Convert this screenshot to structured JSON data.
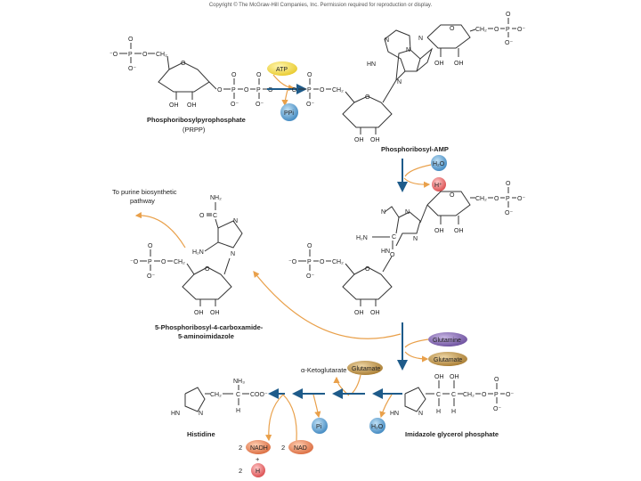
{
  "copyright": "Copyright © The McGraw-Hill Companies, Inc. Permission required for reproduction or display.",
  "compounds": {
    "prpp": "Phosphoribosylpyrophosphate",
    "prpp_abbr": "(PRPP)",
    "pr_amp": "Phosphoribosyl-AMP",
    "aicar_1": "5-Phosphoribosyl-4-carboxamide-",
    "aicar_2": "5-aminoimidazole",
    "igp": "Imidazole glycerol phosphate",
    "histidine": "Histidine"
  },
  "cofactors": {
    "atp": "ATP",
    "ppi": "PPi",
    "h2o_top": "H₂O",
    "h_plus": "H⁺",
    "glutamine": "Glutamine",
    "glutamate_in": "Glutamate",
    "glutamate_out": "Glutamate",
    "akg": "α-Ketoglutarate",
    "pi": "Pi",
    "h2o_bottom": "H₂O",
    "nadh": "NADH",
    "nad": "NAD",
    "h_bottom": "H"
  },
  "coefficients": {
    "nadh": "2",
    "nad": "2",
    "h": "2",
    "plus": "+"
  },
  "notes": {
    "purine_1": "To purine biosynthetic",
    "purine_2": "pathway"
  },
  "atoms": {
    "o": "O",
    "o_minus": "O⁻",
    "minus_o": "⁻O",
    "p": "P",
    "ch2": "CH₂",
    "oh": "OH",
    "n": "N",
    "hn": "HN",
    "h2n": "H₂N",
    "nh2": "NH₂",
    "c": "C",
    "coo": "COO⁻",
    "nh3": "NH₃",
    "h": "H",
    "oh_top": "OH"
  },
  "colors": {
    "arrow_blue": "#1e5b8a",
    "arrow_orange": "#e9a04a",
    "atp": "#f2dd4a",
    "phosphate_blue": "#4a93c9",
    "proton_red": "#e05a5a",
    "glutamine": "#7b5ea8",
    "glutamate": "#b8893c",
    "nad_orange": "#e2764a"
  }
}
